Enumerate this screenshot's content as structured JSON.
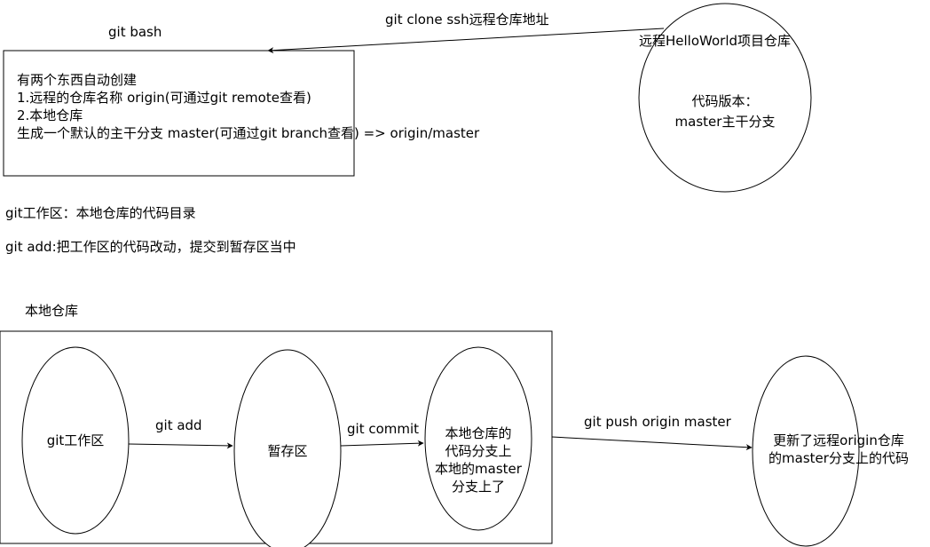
{
  "colors": {
    "stroke": "#000000",
    "background": "#ffffff",
    "text": "#000000"
  },
  "remote": {
    "title": "远程HelloWorld项目仓库",
    "line1": "代码版本：",
    "line2": "master主干分支"
  },
  "clone": {
    "label": "git clone ssh远程仓库地址"
  },
  "git_bash": {
    "title": "git bash",
    "lines": [
      "有两个东西自动创建",
      "1.远程的仓库名称 origin(可通过git remote查看)",
      "2.本地仓库",
      "生成一个默认的主干分支 master(可通过git branch查看) => origin/master"
    ]
  },
  "notes": {
    "workspace": "git工作区：本地仓库的代码目录",
    "add": "git add:把工作区的代码改动，提交到暂存区当中"
  },
  "local_repo": {
    "title": "本地仓库",
    "workspace": "git工作区",
    "stage": "暂存区",
    "repo_lines": [
      "本地仓库的",
      "代码分支上",
      "本地的master",
      "分支上了"
    ]
  },
  "edges": {
    "add": "git add",
    "commit": "git commit",
    "push": "git push origin master"
  },
  "updated": {
    "lines": [
      "更新了远程origin仓库",
      "的master分支上的代码"
    ]
  }
}
